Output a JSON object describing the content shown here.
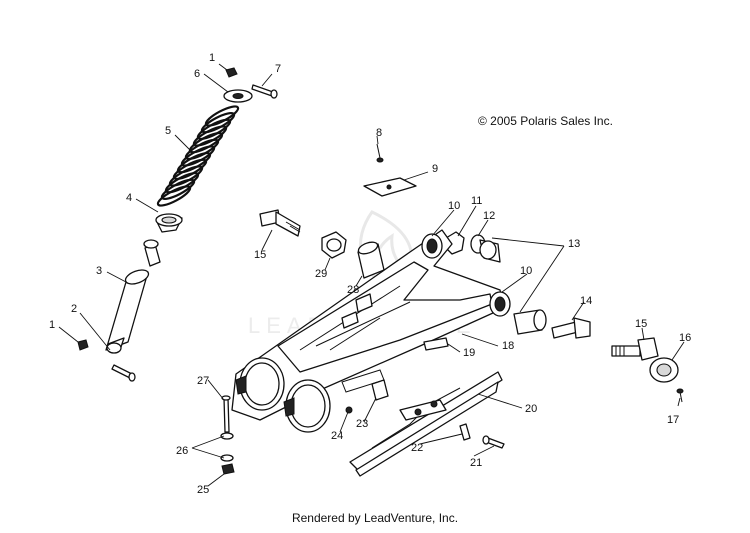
{
  "copyright": "© 2005 Polaris Sales Inc.",
  "footer": "Rendered by LeadVenture, Inc.",
  "watermark": "LEADVENTURE",
  "callouts": {
    "c1a": "1",
    "c1b": "1",
    "c2": "2",
    "c3": "3",
    "c4": "4",
    "c5": "5",
    "c6": "6",
    "c7": "7",
    "c8": "8",
    "c9": "9",
    "c10a": "10",
    "c10b": "10",
    "c11": "11",
    "c12": "12",
    "c13": "13",
    "c14": "14",
    "c15a": "15",
    "c15b": "15",
    "c16": "16",
    "c17": "17",
    "c18": "18",
    "c19": "19",
    "c20": "20",
    "c21": "21",
    "c22": "22",
    "c23": "23",
    "c24": "24",
    "c25": "25",
    "c26": "26",
    "c27": "27",
    "c28": "28",
    "c29": "29"
  },
  "colors": {
    "line": "#111111",
    "background": "#ffffff",
    "watermark": "#e8e8e8"
  }
}
